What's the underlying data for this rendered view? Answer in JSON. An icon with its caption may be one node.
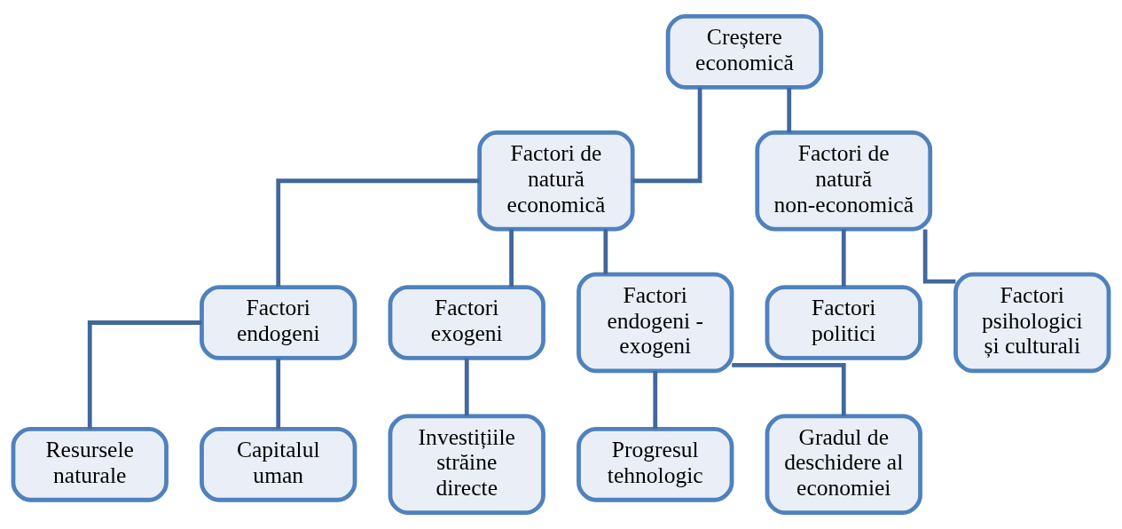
{
  "diagram": {
    "nodes": [
      {
        "text": [
          "Creștere economică"
        ]
      },
      {
        "text": [
          "Factori de natură economică"
        ]
      },
      {
        "text": [
          "Factori de natură non-economică"
        ]
      },
      {
        "text": [
          "Factori endogeni"
        ]
      },
      {
        "text": [
          "Factori exogeni"
        ]
      },
      {
        "text": [
          "Factori endogeni - exogeni"
        ]
      },
      {
        "text": [
          "Factori politici"
        ]
      },
      {
        "text": [
          "Factori psihologici și culturali"
        ]
      },
      {
        "text": [
          "Resursele naturale"
        ]
      },
      {
        "text": [
          "Capitalul uman"
        ]
      },
      {
        "text": [
          "Investițiile străine directe"
        ]
      },
      {
        "text": [
          "Progresul tehnologic"
        ]
      },
      {
        "text": [
          "Gradul de deschidere al economiei"
        ]
      }
    ],
    "edges": [
      {
        "from": 0,
        "to": 1,
        "arrow": "none"
      },
      {
        "from": 0,
        "to": 2,
        "arrow": "none"
      },
      {
        "from": 1,
        "to": 3,
        "arrow": "none"
      },
      {
        "from": 1,
        "to": 4,
        "arrow": "none"
      },
      {
        "from": 1,
        "to": 5,
        "arrow": "none"
      },
      {
        "from": 2,
        "to": 6,
        "arrow": "none"
      },
      {
        "from": 2,
        "to": 7,
        "arrow": "none"
      },
      {
        "from": 3,
        "to": 8,
        "arrow": "none"
      },
      {
        "from": 3,
        "to": 9,
        "arrow": "none"
      },
      {
        "from": 4,
        "to": 10,
        "arrow": "none"
      },
      {
        "from": 5,
        "to": 11,
        "arrow": "none"
      },
      {
        "from": 5,
        "to": 12,
        "arrow": "none"
      }
    ]
  }
}
